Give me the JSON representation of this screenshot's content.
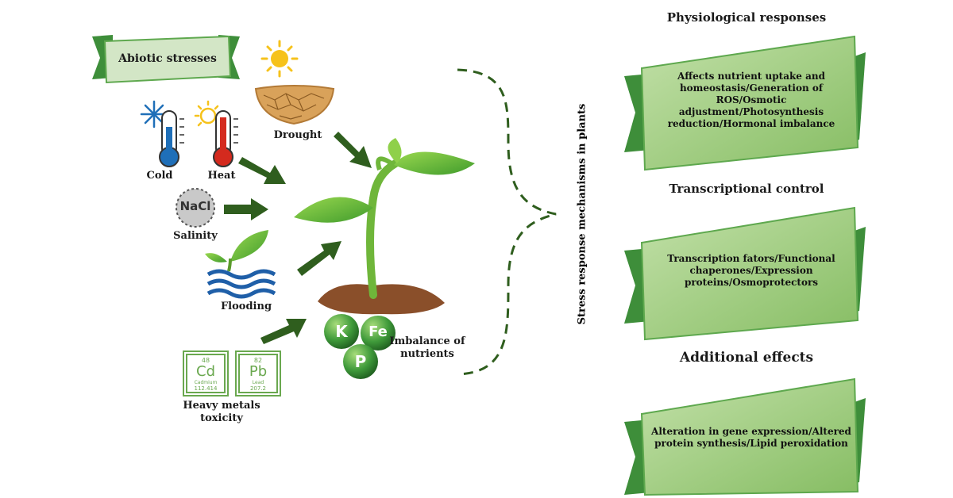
{
  "banner": {
    "title": "Abiotic stresses"
  },
  "stressors": {
    "cold": "Cold",
    "heat": "Heat",
    "drought": "Drought",
    "salinity": "Salinity",
    "salt_symbol": "NaCl",
    "flooding": "Flooding",
    "heavy_metals": "Heavy metals\ntoxicity"
  },
  "elements": [
    {
      "number": "48",
      "symbol": "Cd",
      "name": "Cadmium",
      "weight": "112.414"
    },
    {
      "number": "82",
      "symbol": "Pb",
      "name": "Lead",
      "weight": "207.2"
    }
  ],
  "nutrients": {
    "label": "Imbalance of\nnutrients",
    "balls": [
      "K",
      "Fe",
      "P"
    ]
  },
  "mechanisms_label": "Stress response mechanisms in plants",
  "sections": [
    {
      "title": "Physiological responses",
      "text": "Affects nutrient uptake and\nhomeostasis/Generation of\nROS/Osmotic\nadjustment/Photosynthesis\nreduction/Hormonal imbalance"
    },
    {
      "title": "Transcriptional control",
      "text": "Transcription fators/Functional\nchaperones/Expression\nproteins/Osmoprotectors"
    },
    {
      "title": "Additional  effects",
      "text": "Alteration in gene expression/Altered\nprotein synthesis/Lipid peroxidation"
    }
  ],
  "colors": {
    "dark_green": "#3e8e3a",
    "mid_green": "#5ea84e",
    "light_green": "#d3e6c6",
    "card_green": "#a9d08e",
    "arrow_green": "#2f5e1e",
    "plant_green": "#7cc242",
    "soil": "#8a4f2a",
    "cold_blue": "#1f6fb8",
    "heat_red": "#d42a1e",
    "sun_yellow": "#f6c21b"
  }
}
